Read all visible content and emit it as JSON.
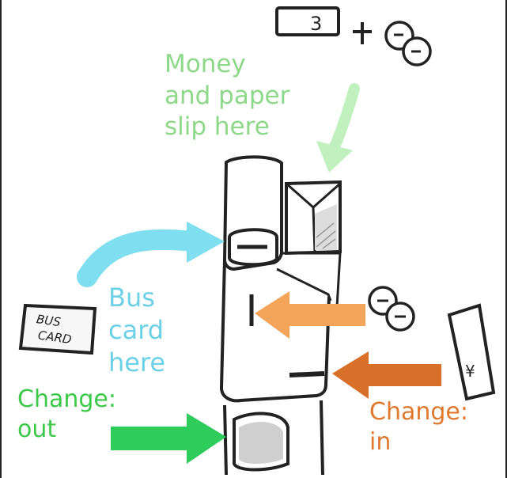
{
  "labels": {
    "money": "Money\nand paper\nslip here",
    "bus": "Bus\ncard\nhere",
    "change_out": "Change:\nout",
    "change_in": "Change:\nin"
  },
  "items": {
    "ticket_number": "3",
    "bus_card_text": "BUS\nCARD",
    "yen_symbol": "¥"
  },
  "colors": {
    "money_arrow": "#bff0bd",
    "bus_arrow": "#7fdff0",
    "coin_arrow": "#f4a55a",
    "change_in_arrow": "#d8702a",
    "change_out_arrow": "#2ecc5a"
  }
}
